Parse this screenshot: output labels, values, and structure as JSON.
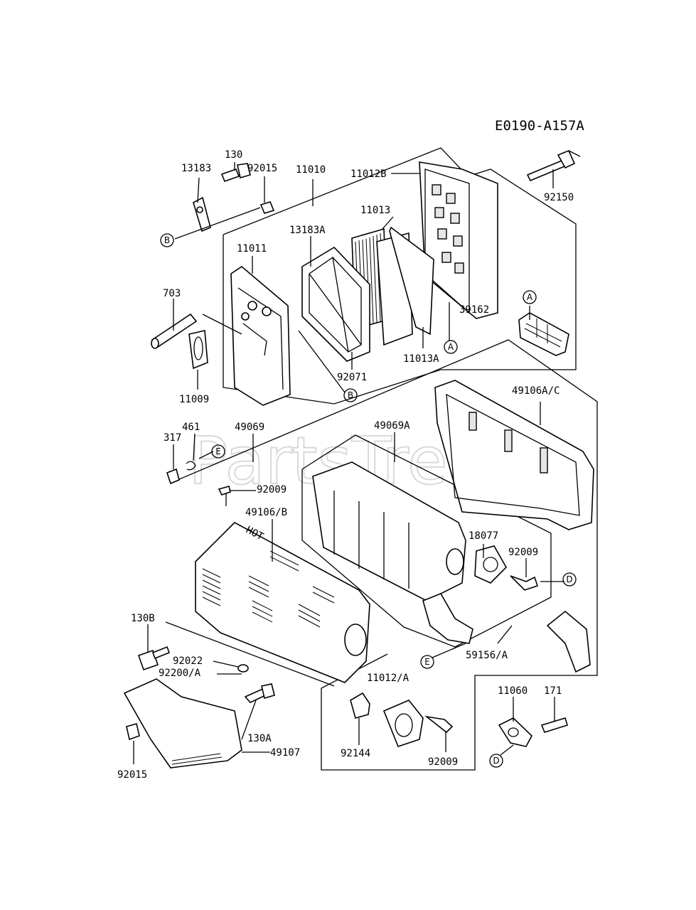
{
  "diagram_code": "E0190-A157A",
  "watermark": "PartsTree",
  "watermark_tm": "™",
  "labels": {
    "p13183": "13183",
    "p130": "130",
    "p92015_top": "92015",
    "p11010": "11010",
    "p11012B": "11012B",
    "p11013": "11013",
    "p92150": "92150",
    "p13183A": "13183A",
    "p11011": "11011",
    "p703": "703",
    "p39162": "39162",
    "p11013A": "11013A",
    "p92071": "92071",
    "p11009": "11009",
    "p49106AC": "49106A/C",
    "p461": "461",
    "p49069": "49069",
    "p49069A": "49069A",
    "p317": "317",
    "p92009_a": "92009",
    "p49106B": "49106/B",
    "p18077": "18077",
    "p92009_b": "92009",
    "p130B": "130B",
    "p59156A": "59156/A",
    "p92022": "92022",
    "p92200A": "92200/A",
    "p11012A": "11012/A",
    "p11060": "11060",
    "p171": "171",
    "p130A": "130A",
    "p49107": "49107",
    "p92144": "92144",
    "p92009_c": "92009",
    "p92015_bot": "92015"
  },
  "callouts": {
    "A_top": "A",
    "A_bot": "A",
    "B_left": "B",
    "B_mid": "B",
    "E_top": "E",
    "E_bot": "E",
    "D_right": "D",
    "D_bot": "D"
  },
  "text_on_parts": {
    "hot": "HOT"
  }
}
